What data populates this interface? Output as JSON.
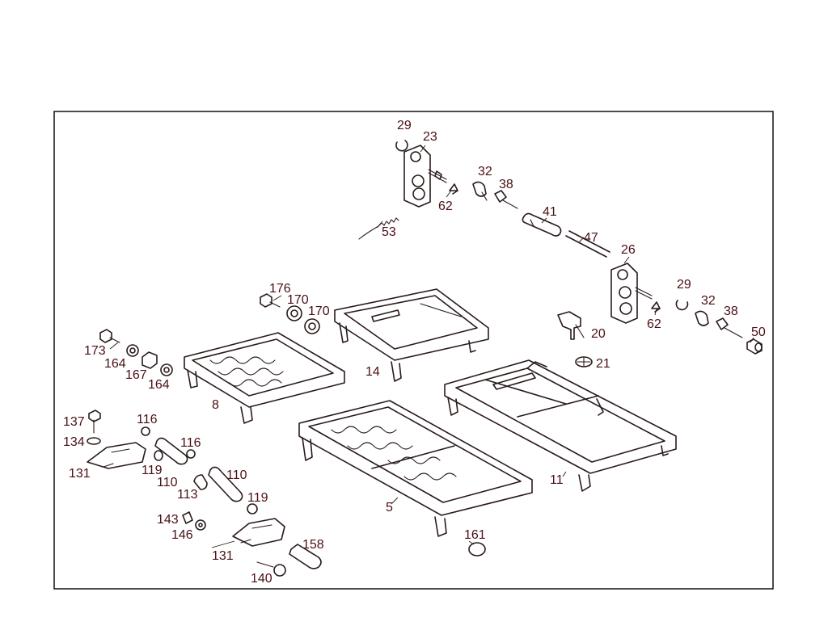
{
  "diagram": {
    "callouts": {
      "c29a": "29",
      "c23": "23",
      "c32a": "32",
      "c38a": "38",
      "c62a": "62",
      "c53": "53",
      "c41": "41",
      "c47": "47",
      "c26": "26",
      "c29b": "29",
      "c32b": "32",
      "c38b": "38",
      "c62b": "62",
      "c50": "50",
      "c20": "20",
      "c21": "21",
      "c176": "176",
      "c170a": "170",
      "c170b": "170",
      "c14": "14",
      "c173": "173",
      "c164a": "164",
      "c167": "167",
      "c164b": "164",
      "c8": "8",
      "c11": "11",
      "c5": "5",
      "c137": "137",
      "c116a": "116",
      "c116b": "116",
      "c134": "134",
      "c131a": "131",
      "c119a": "119",
      "c110a": "110",
      "c110b": "110",
      "c113": "113",
      "c119b": "119",
      "c143": "143",
      "c146": "146",
      "c131b": "131",
      "c158": "158",
      "c140": "140",
      "c161": "161"
    }
  }
}
